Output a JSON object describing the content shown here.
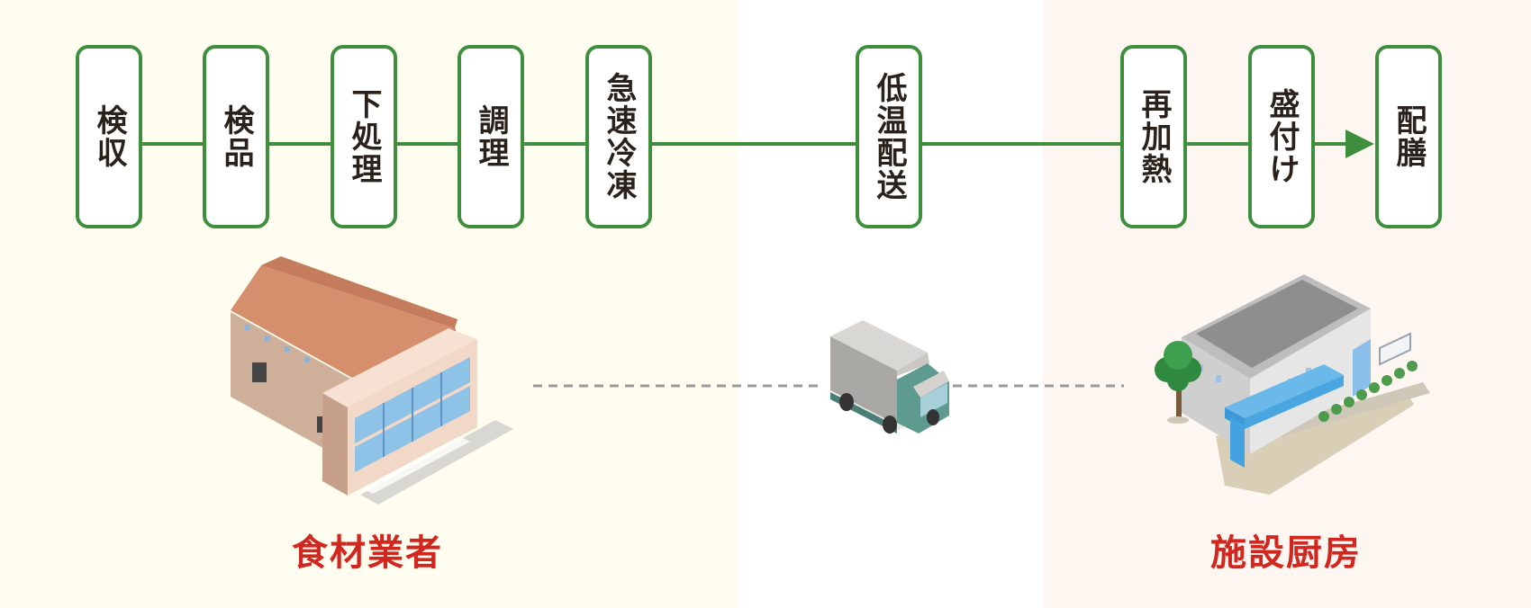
{
  "colors": {
    "flow_line": "#3e8e3e",
    "step_border": "#3e8e3e",
    "step_text": "#2a211b",
    "zone_label": "#d1271f",
    "dashed_connector": "#9a9a9a",
    "supplier_zone_bg": "#fefdf0",
    "transport_zone_bg": "#ffffff",
    "facility_zone_bg": "#fdf6f1"
  },
  "steps": [
    {
      "label": "検収"
    },
    {
      "label": "検品"
    },
    {
      "label": "下処理"
    },
    {
      "label": "調理"
    },
    {
      "label": "急速冷凍"
    },
    {
      "label": "低温配送"
    },
    {
      "label": "再加熱"
    },
    {
      "label": "盛付け"
    },
    {
      "label": "配膳"
    }
  ],
  "zones": {
    "supplier": {
      "label": "食材業者",
      "illustration": "factory-building-icon"
    },
    "transport": {
      "illustration": "delivery-truck-icon"
    },
    "facility": {
      "label": "施設厨房",
      "illustration": "facility-kitchen-building-icon"
    }
  }
}
